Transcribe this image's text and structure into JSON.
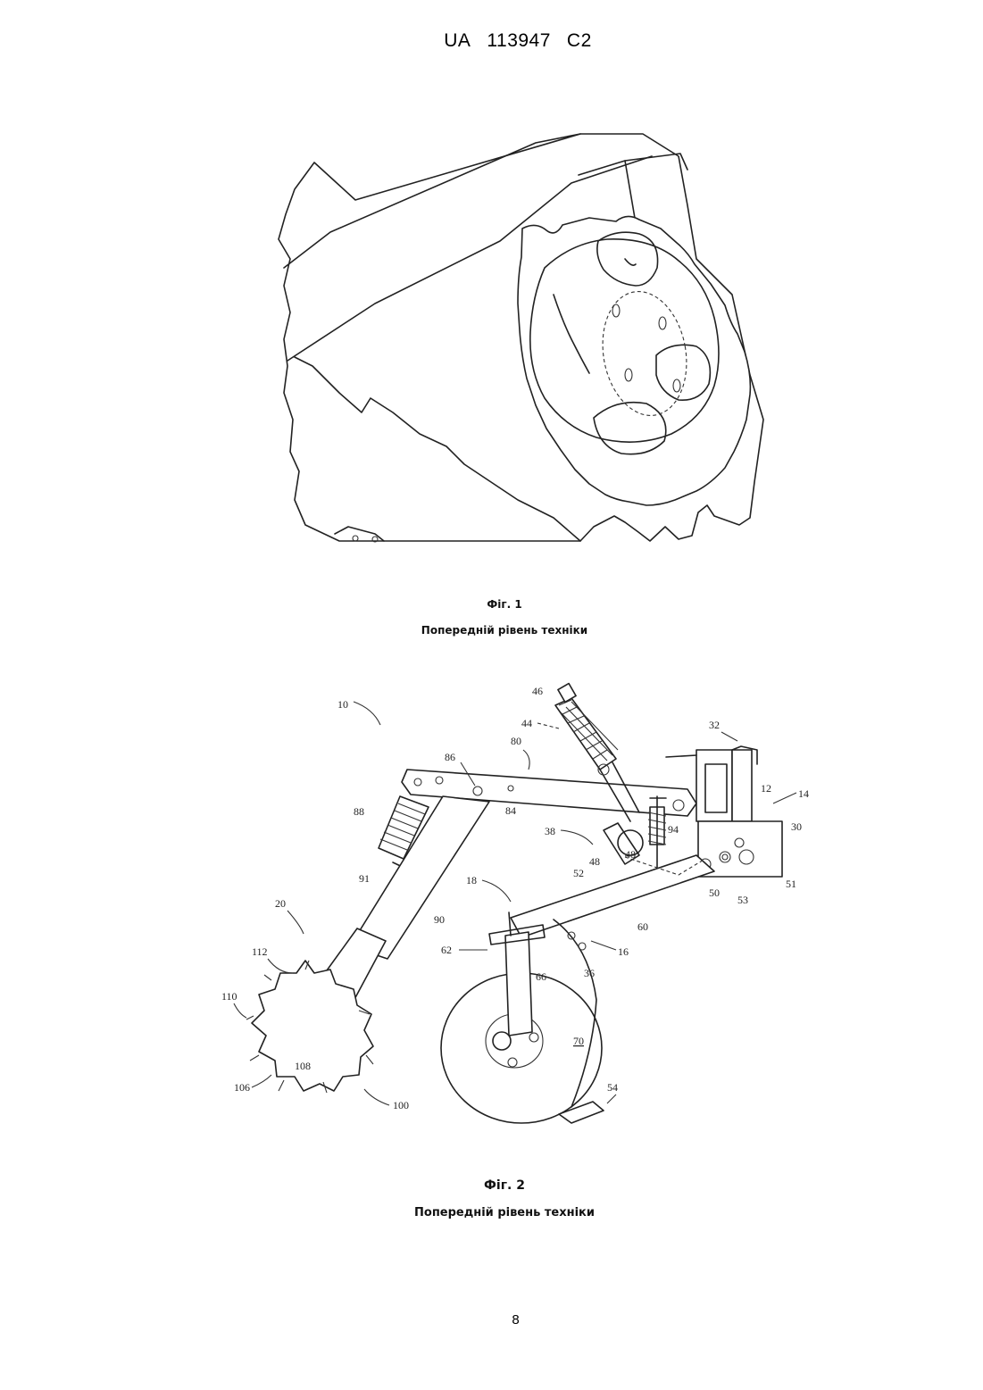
{
  "header": {
    "country": "UA",
    "number": "113947",
    "kind": "C2"
  },
  "figure1": {
    "caption": "Фіг. 1",
    "subcaption": "Попередній рівень техніки"
  },
  "figure2": {
    "caption": "Фіг. 2",
    "subcaption": "Попередній рівень техніки",
    "labels": {
      "l10": "10",
      "l46": "46",
      "l44": "44",
      "l32": "32",
      "l80": "80",
      "l86": "86",
      "l12": "12",
      "l14": "14",
      "l88": "88",
      "l84": "84",
      "l38": "38",
      "l94": "94",
      "l30": "30",
      "l48a": "48",
      "l48b": "48",
      "l91": "91",
      "l52": "52",
      "l50": "50",
      "l53": "53",
      "l51": "51",
      "l18": "18",
      "l20": "20",
      "l90": "90",
      "l60": "60",
      "l62": "62",
      "l16": "16",
      "l112": "112",
      "l36": "36",
      "l66": "66",
      "l110": "110",
      "l70": "70",
      "l108": "108",
      "l54": "54",
      "l106": "106",
      "l100": "100"
    }
  },
  "page_number": "8"
}
